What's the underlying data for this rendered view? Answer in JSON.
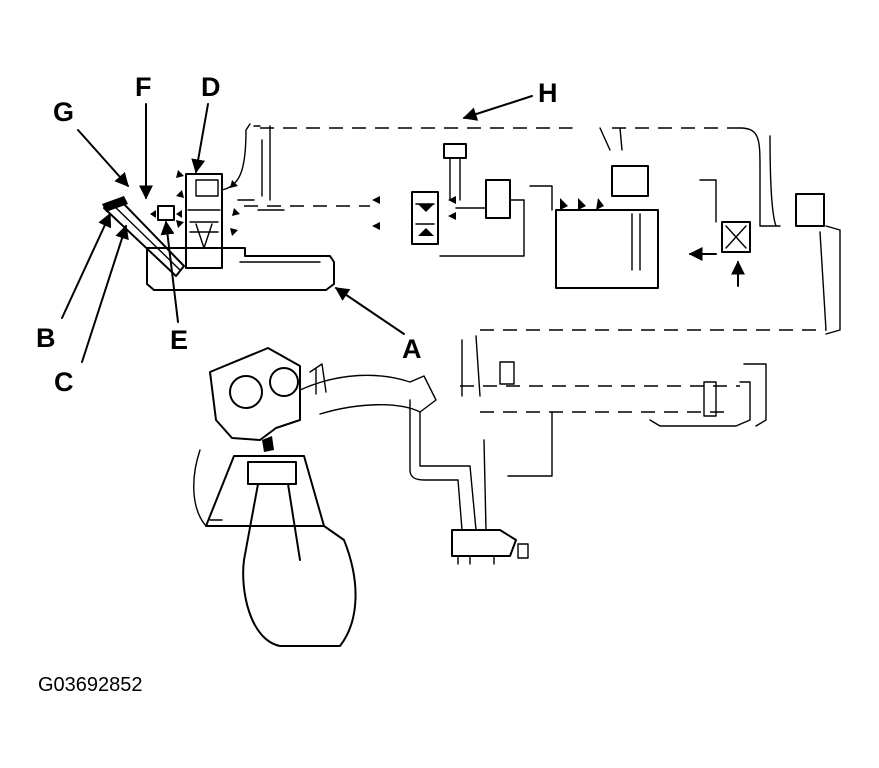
{
  "callouts": {
    "a": "A",
    "b": "B",
    "c": "C",
    "d": "D",
    "e": "E",
    "f": "F",
    "g": "G",
    "h": "H"
  },
  "figure_id": "G03692852",
  "colors": {
    "line": "#000000",
    "background": "#ffffff"
  }
}
